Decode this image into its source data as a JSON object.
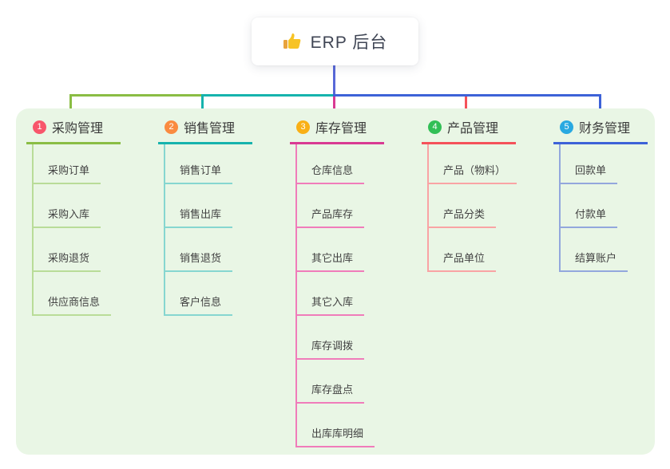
{
  "root": {
    "title": "ERP 后台",
    "icon": "thumbs-up-icon"
  },
  "colors": {
    "canvas_bg": "#ffffff",
    "panel_bg": "#e9f6e5",
    "root_drop_line": "#5868d8",
    "title_text": "#3a3a3a",
    "child_text": "#424242",
    "root_text": "#3f4554",
    "thumb_yellow": "#f7c325"
  },
  "branches": [
    {
      "index": "1",
      "label": "采购管理",
      "badge_color": "#f8566b",
      "line_color": "#8abd44",
      "light_color": "#b9dc98",
      "children": [
        "采购订单",
        "采购入库",
        "采购退货",
        "供应商信息"
      ]
    },
    {
      "index": "2",
      "label": "销售管理",
      "badge_color": "#fa8b40",
      "line_color": "#16b3ad",
      "light_color": "#86d6d0",
      "children": [
        "销售订单",
        "销售出库",
        "销售退货",
        "客户信息"
      ]
    },
    {
      "index": "3",
      "label": "库存管理",
      "badge_color": "#f9b016",
      "line_color": "#d93a93",
      "light_color": "#f07cba",
      "children": [
        "仓库信息",
        "产品库存",
        "其它出库",
        "其它入库",
        "库存调拨",
        "库存盘点",
        "出库库明细"
      ]
    },
    {
      "index": "4",
      "label": "产品管理",
      "badge_color": "#32bf56",
      "line_color": "#f4525a",
      "light_color": "#f9a3a4",
      "children": [
        "产品（物料）",
        "产品分类",
        "产品单位"
      ]
    },
    {
      "index": "5",
      "label": "财务管理",
      "badge_color": "#29a9e1",
      "line_color": "#3d62d8",
      "light_color": "#93a7dd",
      "children": [
        "回款单",
        "付款单",
        "结算账户"
      ]
    }
  ],
  "layout_meta": {
    "branch_lefts": [
      33,
      198,
      363,
      528,
      693
    ],
    "drop_xs": [
      87,
      252,
      417,
      582,
      750
    ]
  }
}
